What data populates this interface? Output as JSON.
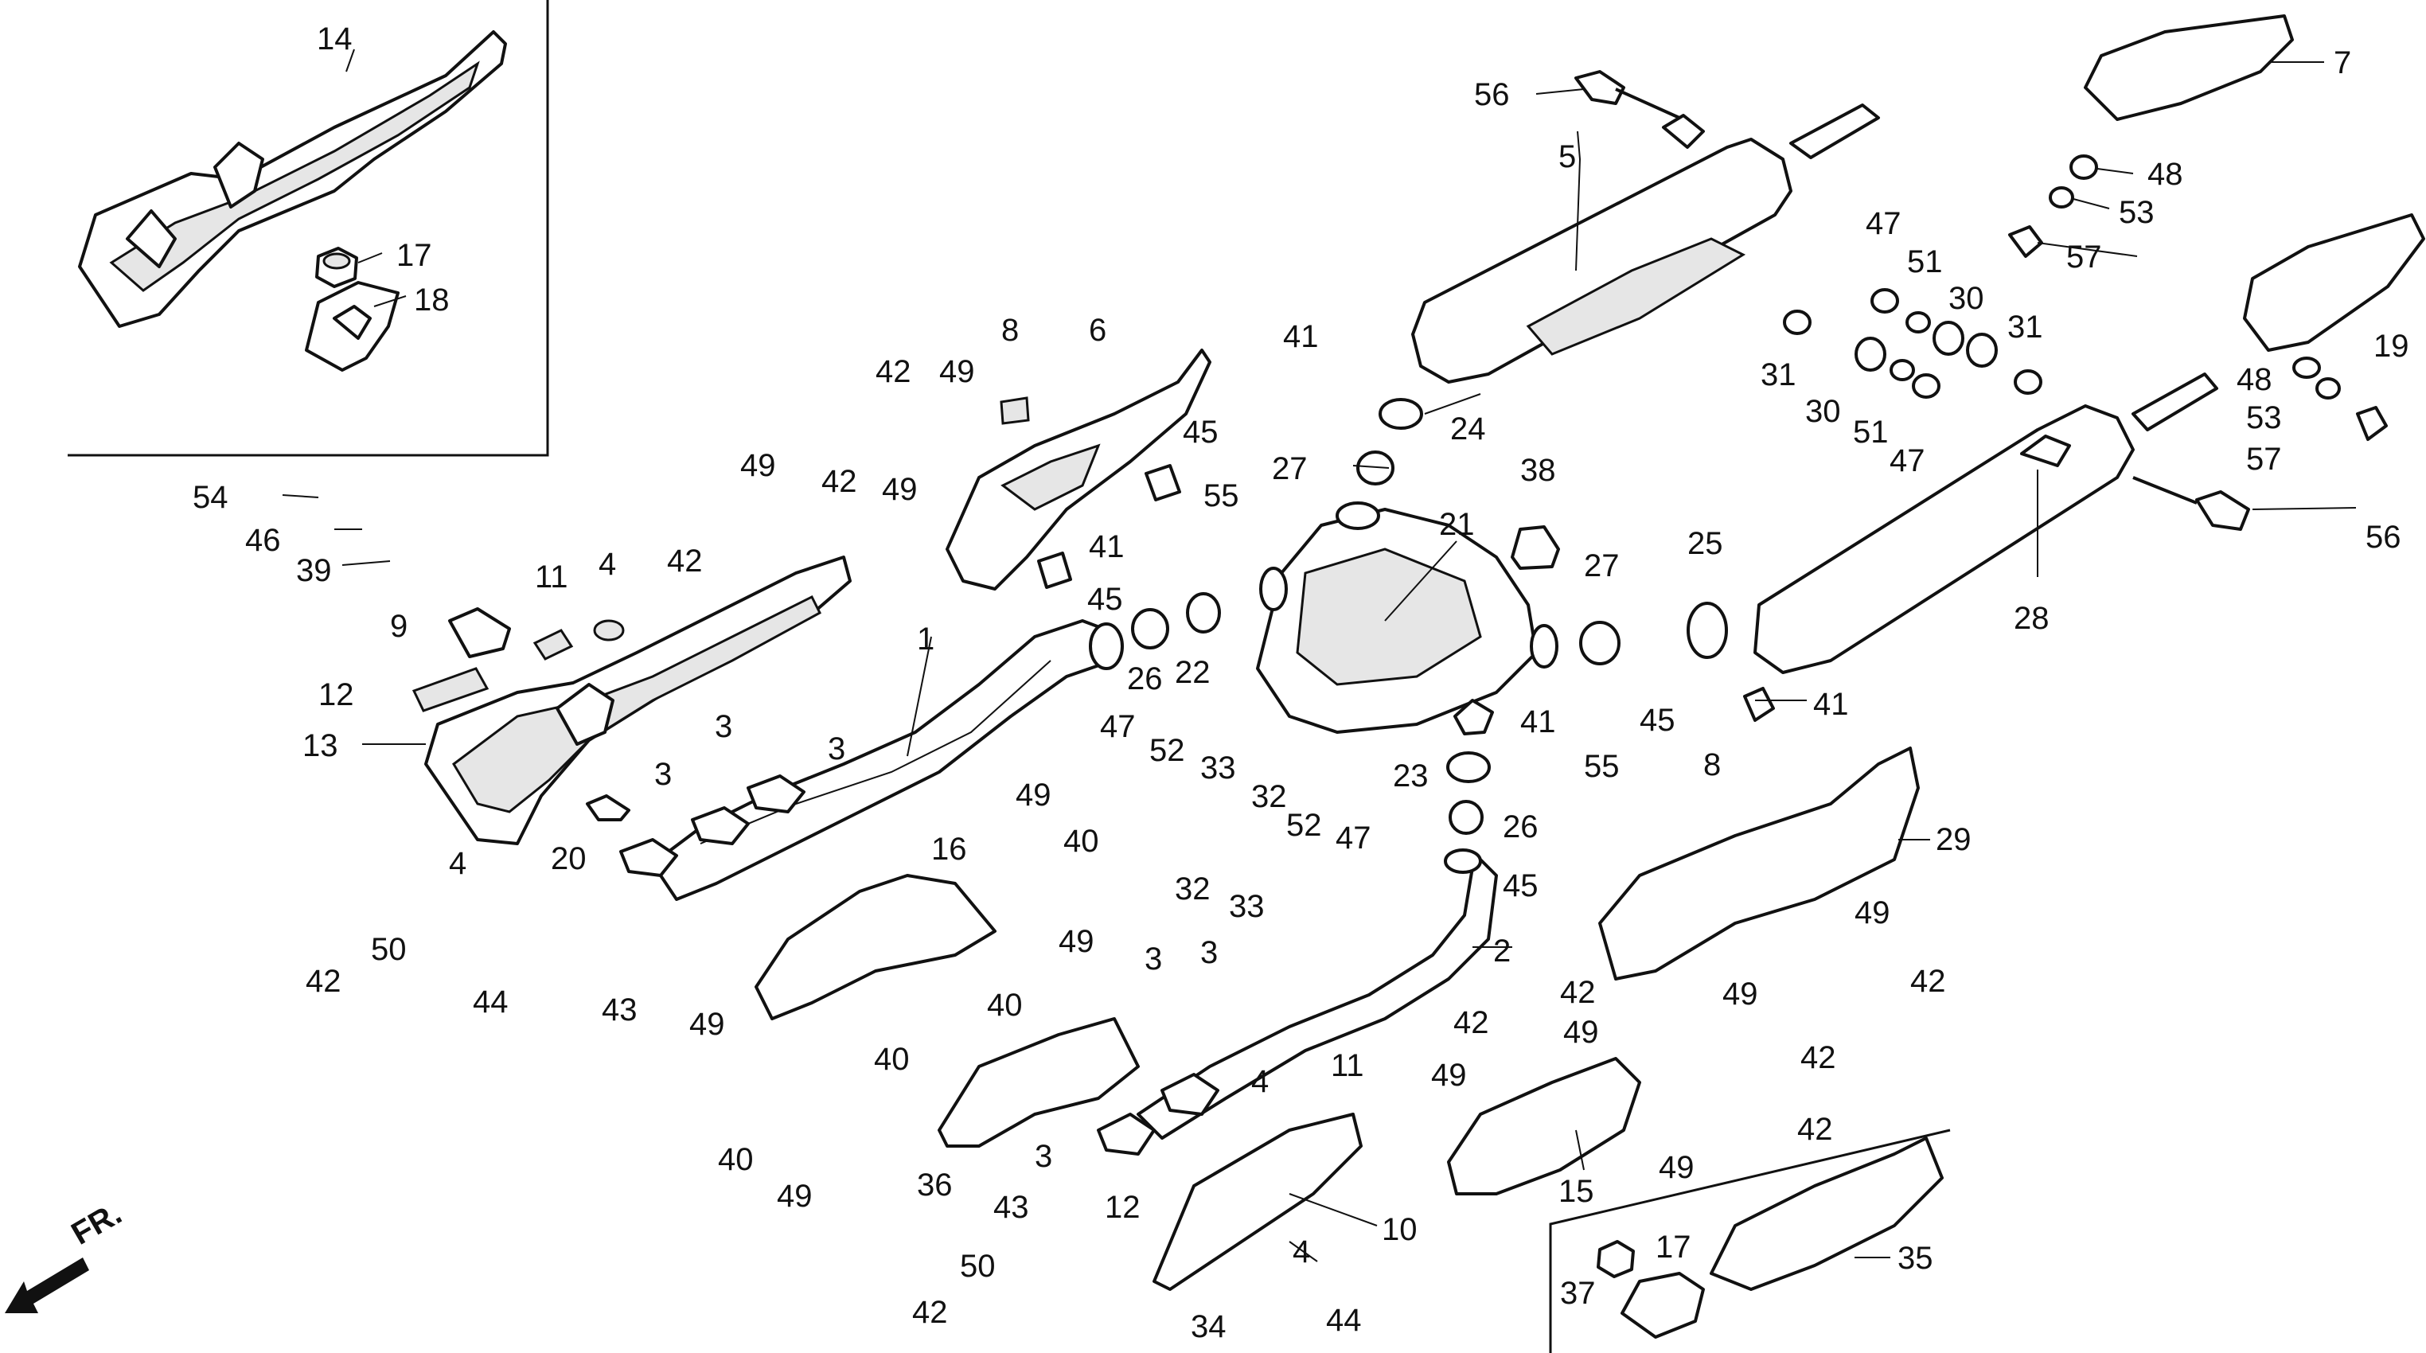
{
  "direction": {
    "label": "FR."
  },
  "callouts": [
    {
      "id": "c14a",
      "text": "14"
    },
    {
      "id": "c17a",
      "text": "17"
    },
    {
      "id": "c18",
      "text": "18"
    },
    {
      "id": "c54",
      "text": "54"
    },
    {
      "id": "c46",
      "text": "46"
    },
    {
      "id": "c39",
      "text": "39"
    },
    {
      "id": "c42a",
      "text": "42"
    },
    {
      "id": "c49a",
      "text": "49"
    },
    {
      "id": "c42b",
      "text": "42"
    },
    {
      "id": "c49b",
      "text": "49"
    },
    {
      "id": "c42c",
      "text": "42"
    },
    {
      "id": "c49c",
      "text": "49"
    },
    {
      "id": "c8a",
      "text": "8"
    },
    {
      "id": "c6",
      "text": "6"
    },
    {
      "id": "c45a",
      "text": "45"
    },
    {
      "id": "c41a",
      "text": "41"
    },
    {
      "id": "c55a",
      "text": "55"
    },
    {
      "id": "c45b",
      "text": "45"
    },
    {
      "id": "c41b",
      "text": "41"
    },
    {
      "id": "c27a",
      "text": "27"
    },
    {
      "id": "c24",
      "text": "24"
    },
    {
      "id": "c56a",
      "text": "56"
    },
    {
      "id": "c5",
      "text": "5"
    },
    {
      "id": "c7",
      "text": "7"
    },
    {
      "id": "c48a",
      "text": "48"
    },
    {
      "id": "c53a",
      "text": "53"
    },
    {
      "id": "c57a",
      "text": "57"
    },
    {
      "id": "c47a",
      "text": "47"
    },
    {
      "id": "c51a",
      "text": "51"
    },
    {
      "id": "c30a",
      "text": "30"
    },
    {
      "id": "c31a",
      "text": "31"
    },
    {
      "id": "c31b",
      "text": "31"
    },
    {
      "id": "c30b",
      "text": "30"
    },
    {
      "id": "c51b",
      "text": "51"
    },
    {
      "id": "c47b",
      "text": "47"
    },
    {
      "id": "c19",
      "text": "19"
    },
    {
      "id": "c48b",
      "text": "48"
    },
    {
      "id": "c53b",
      "text": "53"
    },
    {
      "id": "c57b",
      "text": "57"
    },
    {
      "id": "c56b",
      "text": "56"
    },
    {
      "id": "c28",
      "text": "28"
    },
    {
      "id": "c25",
      "text": "25"
    },
    {
      "id": "c41c",
      "text": "41"
    },
    {
      "id": "c38",
      "text": "38"
    },
    {
      "id": "c21",
      "text": "21"
    },
    {
      "id": "c27b",
      "text": "27"
    },
    {
      "id": "c11a",
      "text": "11"
    },
    {
      "id": "c4a",
      "text": "4"
    },
    {
      "id": "c9",
      "text": "9"
    },
    {
      "id": "c12a",
      "text": "12"
    },
    {
      "id": "c13",
      "text": "13"
    },
    {
      "id": "c1",
      "text": "1"
    },
    {
      "id": "c26a",
      "text": "26"
    },
    {
      "id": "c22",
      "text": "22"
    },
    {
      "id": "c3a",
      "text": "3"
    },
    {
      "id": "c3b",
      "text": "3"
    },
    {
      "id": "c3c",
      "text": "3"
    },
    {
      "id": "c47c",
      "text": "47"
    },
    {
      "id": "c52a",
      "text": "52"
    },
    {
      "id": "c33a",
      "text": "33"
    },
    {
      "id": "c32a",
      "text": "32"
    },
    {
      "id": "c52b",
      "text": "52"
    },
    {
      "id": "c47d",
      "text": "47"
    },
    {
      "id": "c23",
      "text": "23"
    },
    {
      "id": "c41d",
      "text": "41"
    },
    {
      "id": "c26b",
      "text": "26"
    },
    {
      "id": "c45c",
      "text": "45"
    },
    {
      "id": "c55b",
      "text": "55"
    },
    {
      "id": "c8b",
      "text": "8"
    },
    {
      "id": "c29",
      "text": "29"
    },
    {
      "id": "c20",
      "text": "20"
    },
    {
      "id": "c4b",
      "text": "4"
    },
    {
      "id": "c42d",
      "text": "42"
    },
    {
      "id": "c50a",
      "text": "50"
    },
    {
      "id": "c44a",
      "text": "44"
    },
    {
      "id": "c43a",
      "text": "43"
    },
    {
      "id": "c16",
      "text": "16"
    },
    {
      "id": "c49d",
      "text": "49"
    },
    {
      "id": "c40a",
      "text": "40"
    },
    {
      "id": "c32b",
      "text": "32"
    },
    {
      "id": "c33b",
      "text": "33"
    },
    {
      "id": "c45d",
      "text": "45"
    },
    {
      "id": "c2",
      "text": "2"
    },
    {
      "id": "c49e",
      "text": "49"
    },
    {
      "id": "c42e",
      "text": "42"
    },
    {
      "id": "c49f",
      "text": "49"
    },
    {
      "id": "c42f",
      "text": "42"
    },
    {
      "id": "c40b",
      "text": "40"
    },
    {
      "id": "c49g",
      "text": "49"
    },
    {
      "id": "c3d",
      "text": "3"
    },
    {
      "id": "c3e",
      "text": "3"
    },
    {
      "id": "c42g",
      "text": "42"
    },
    {
      "id": "c42h",
      "text": "42"
    },
    {
      "id": "c49h",
      "text": "49"
    },
    {
      "id": "c49i",
      "text": "49"
    },
    {
      "id": "c49j",
      "text": "49"
    },
    {
      "id": "c40c",
      "text": "40"
    },
    {
      "id": "c4c",
      "text": "4"
    },
    {
      "id": "c11b",
      "text": "11"
    },
    {
      "id": "c42i",
      "text": "42"
    },
    {
      "id": "c40d",
      "text": "40"
    },
    {
      "id": "c49k",
      "text": "49"
    },
    {
      "id": "c36",
      "text": "36"
    },
    {
      "id": "c3f",
      "text": "3"
    },
    {
      "id": "c12b",
      "text": "12"
    },
    {
      "id": "c43b",
      "text": "43"
    },
    {
      "id": "c10",
      "text": "10"
    },
    {
      "id": "c15",
      "text": "15"
    },
    {
      "id": "c49l",
      "text": "49"
    },
    {
      "id": "c50b",
      "text": "50"
    },
    {
      "id": "c4d",
      "text": "4"
    },
    {
      "id": "c42j",
      "text": "42"
    },
    {
      "id": "c34",
      "text": "34"
    },
    {
      "id": "c44b",
      "text": "44"
    },
    {
      "id": "c17b",
      "text": "17"
    },
    {
      "id": "c35",
      "text": "35"
    },
    {
      "id": "c37",
      "text": "37"
    }
  ]
}
